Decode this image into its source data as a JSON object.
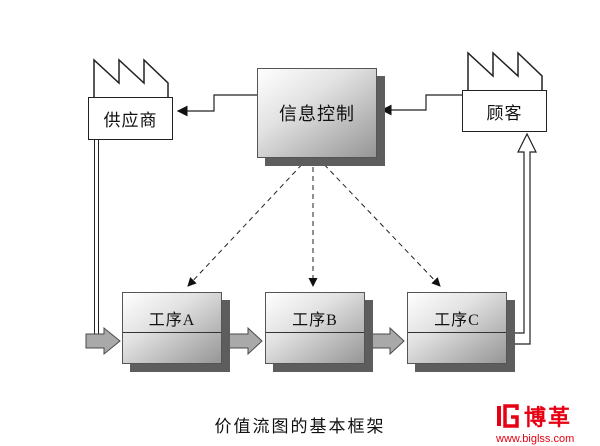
{
  "diagram": {
    "caption": "价值流图的基本框架",
    "nodes": {
      "info_control": {
        "label": "信息控制"
      },
      "supplier": {
        "label": "供应商"
      },
      "customer": {
        "label": "顾客"
      },
      "process_a": {
        "label": "工序A"
      },
      "process_b": {
        "label": "工序B"
      },
      "process_c": {
        "label": "工序C"
      }
    },
    "icons": {
      "supplier_icon": "factory-sawtooth-roof",
      "customer_icon": "factory-sawtooth-roof"
    },
    "colors": {
      "box_gradient_dark": "#969696",
      "box_shadow": "#5d5d5d",
      "line": "#222222",
      "block_arrow_fill": "#a9a9a9"
    }
  },
  "branding": {
    "logo_icon": "biglss-monogram",
    "logo_text": "博革",
    "website": "www.biglss.com",
    "accent_red": "#e60012"
  }
}
